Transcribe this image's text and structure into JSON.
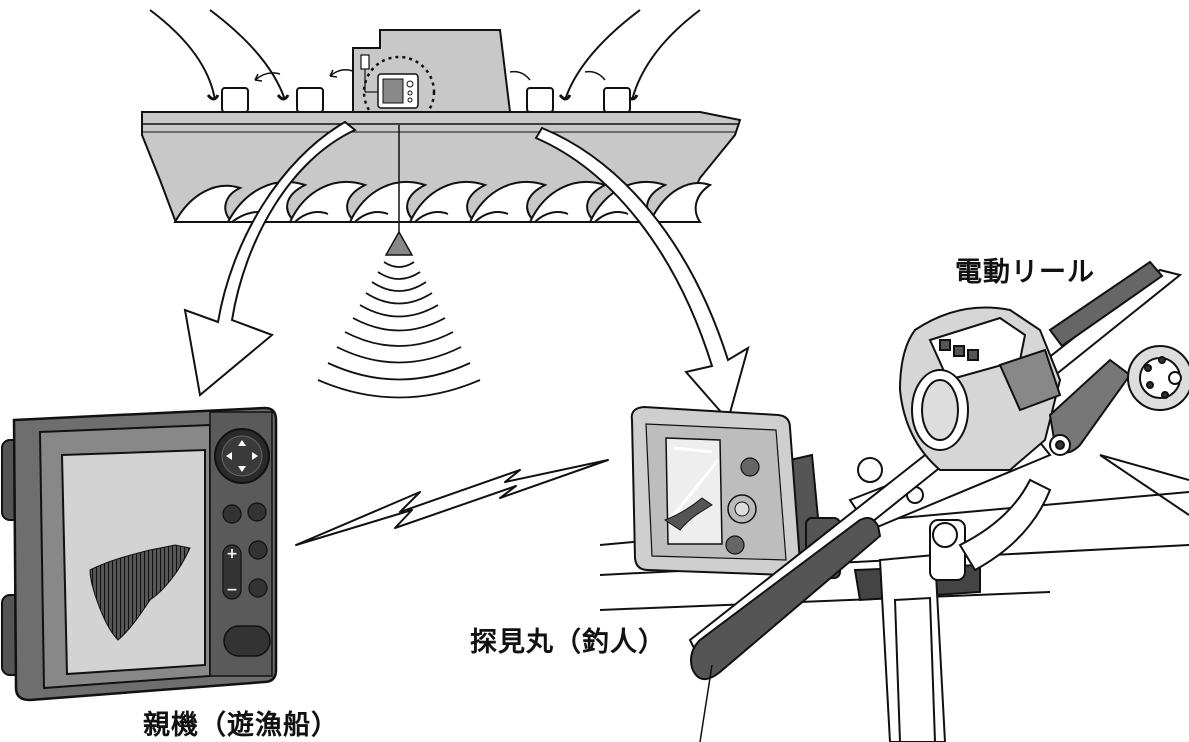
{
  "labels": {
    "electric_reel": "電動リール",
    "tankenmaru": "探見丸（釣人）",
    "parent_unit": "親機（遊漁船）"
  },
  "colors": {
    "hull": "#c8c8c8",
    "device_body": "#6e6e6e",
    "screen": "#d3d3d3",
    "sonar_echo": "#222222",
    "line": "#111111"
  },
  "icons": [
    "transducer-icon",
    "sonar-wave-icon",
    "wireless-signal-icon",
    "transmission-arrow-icon"
  ]
}
